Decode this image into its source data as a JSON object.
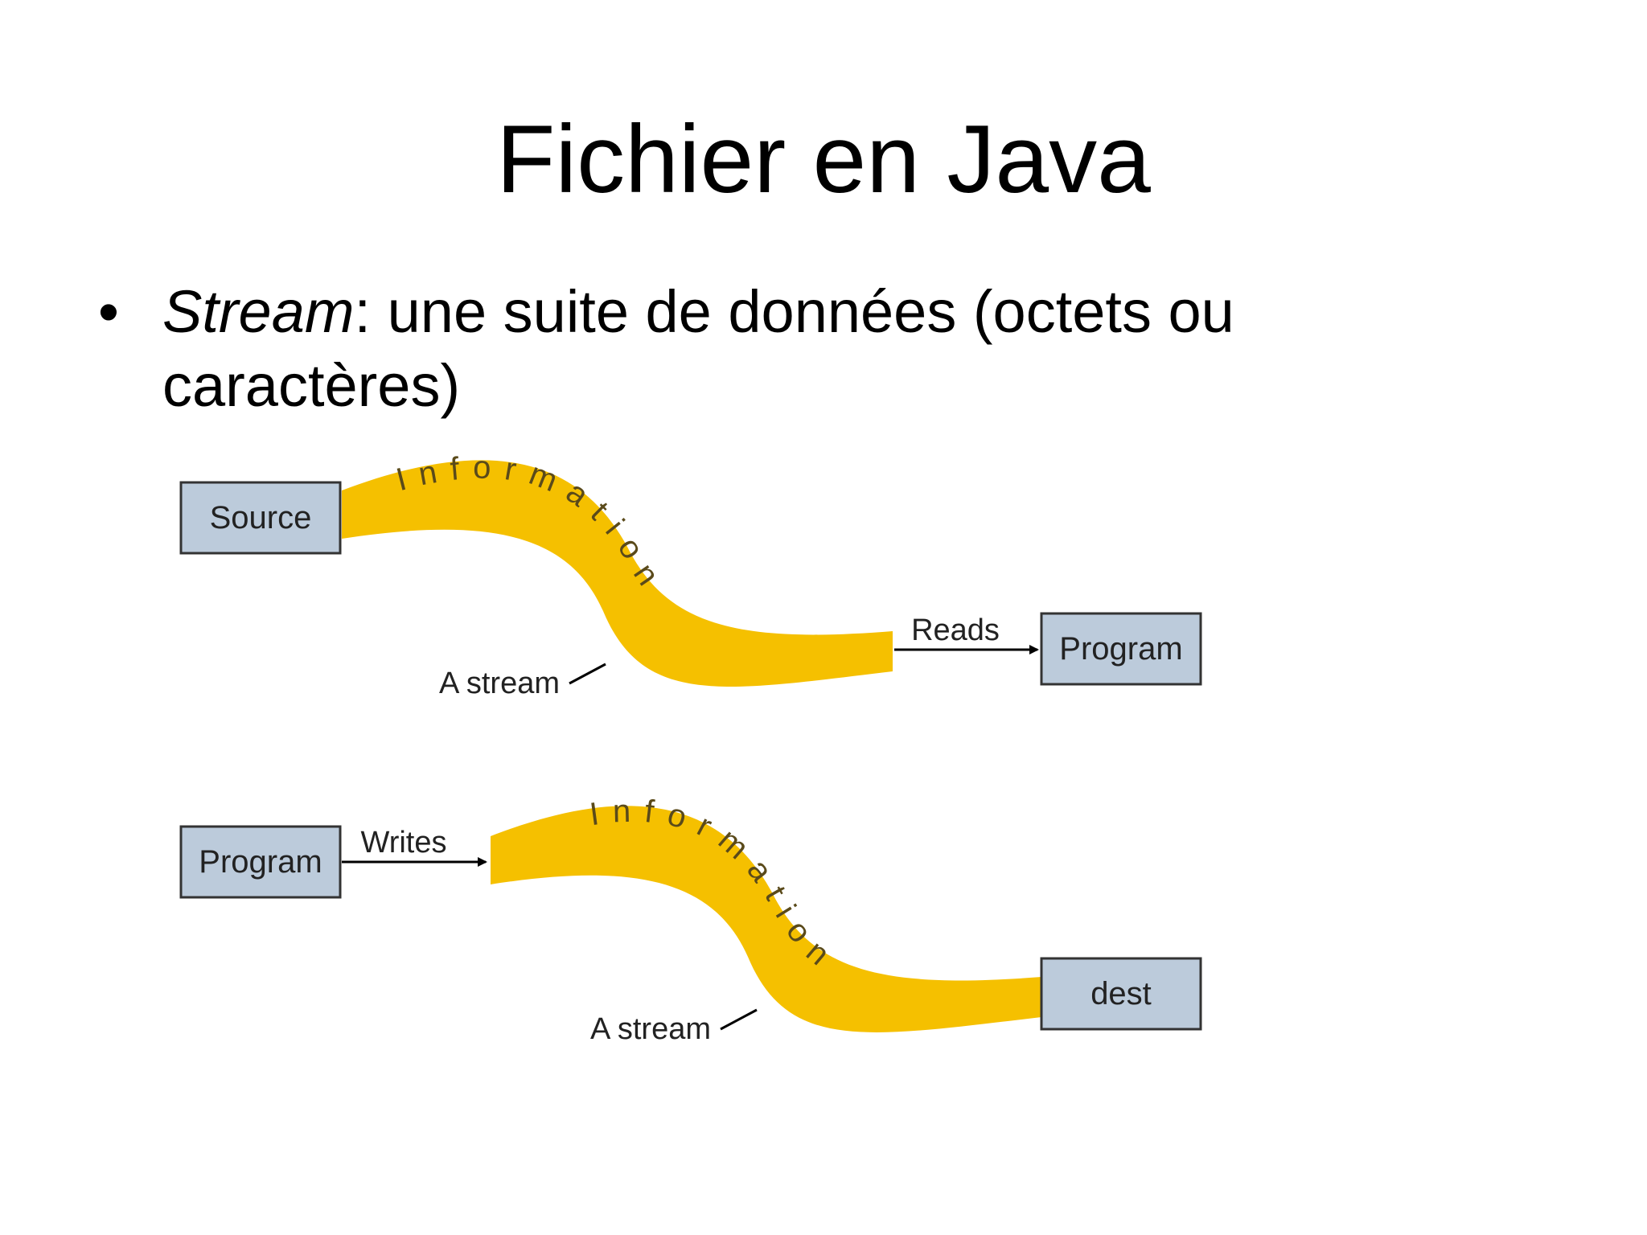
{
  "title": "Fichier en Java",
  "bullet": {
    "term": "Stream",
    "rest": ": une suite de données (octets ou",
    "line2": "caractères)"
  },
  "colors": {
    "ribbon": "#f5c000",
    "box_fill": "#bccbdb",
    "box_border": "#333333",
    "arrow": "#000000"
  },
  "diagram_read": {
    "source_label": "Source",
    "ribbon_text": "Information",
    "action_label": "Reads",
    "target_label": "Program",
    "callout_label": "A stream"
  },
  "diagram_write": {
    "source_label": "Program",
    "action_label": "Writes",
    "ribbon_text": "Information",
    "target_label": "dest",
    "callout_label": "A stream"
  }
}
